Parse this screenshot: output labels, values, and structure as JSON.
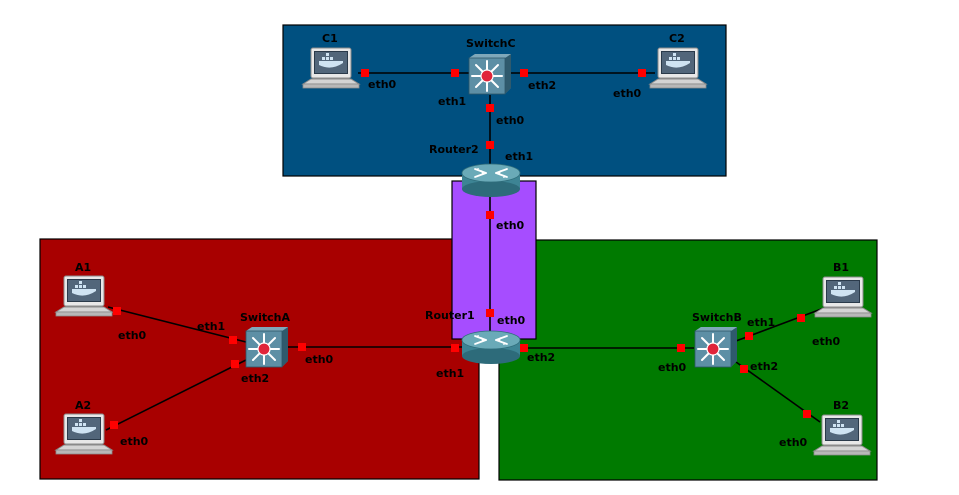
{
  "zones": {
    "top": {
      "color": "#005080"
    },
    "left": {
      "color": "#a80000"
    },
    "right": {
      "color": "#007a00"
    },
    "middle": {
      "color": "#a64dff"
    }
  },
  "nodes": {
    "c1": {
      "label": "C1",
      "icon": "docker-host-icon"
    },
    "c2": {
      "label": "C2",
      "icon": "docker-host-icon"
    },
    "switchc": {
      "label": "SwitchC",
      "icon": "switch-icon"
    },
    "router2": {
      "label": "Router2",
      "icon": "router-icon"
    },
    "router1": {
      "label": "Router1",
      "icon": "router-icon"
    },
    "a1": {
      "label": "A1",
      "icon": "docker-host-icon"
    },
    "a2": {
      "label": "A2",
      "icon": "docker-host-icon"
    },
    "switcha": {
      "label": "SwitchA",
      "icon": "switch-icon"
    },
    "b1": {
      "label": "B1",
      "icon": "docker-host-icon"
    },
    "b2": {
      "label": "B2",
      "icon": "docker-host-icon"
    },
    "switchb": {
      "label": "SwitchB",
      "icon": "switch-icon"
    }
  },
  "ports": {
    "c1_eth0": "eth0",
    "swc_eth1": "eth1",
    "swc_eth2": "eth2",
    "c2_eth0": "eth0",
    "swc_eth0": "eth0",
    "r2_eth1": "eth1",
    "r2_eth0": "eth0",
    "r1_eth0": "eth0",
    "a1_eth0": "eth0",
    "swa_eth1": "eth1",
    "swa_eth0": "eth0",
    "swa_eth2": "eth2",
    "a2_eth0": "eth0",
    "r1_eth1": "eth1",
    "r1_eth2": "eth2",
    "swb_eth0": "eth0",
    "swb_eth1": "eth1",
    "b1_eth0": "eth0",
    "swb_eth2": "eth2",
    "b2_eth0": "eth0"
  },
  "colors": {
    "link": "#000000",
    "port_marker": "#ff0000",
    "zone_border": "#000000"
  }
}
